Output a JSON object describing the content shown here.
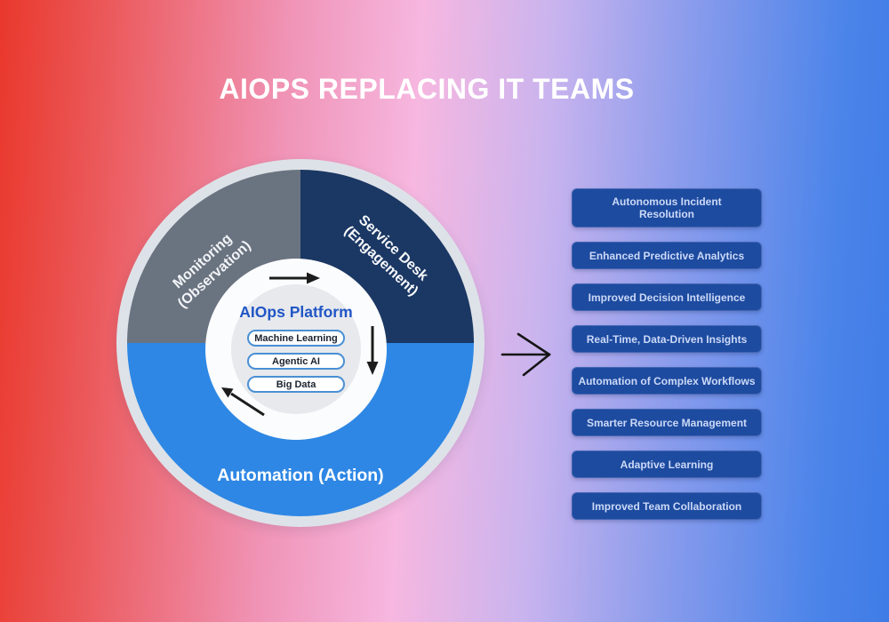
{
  "title": "AIOPS REPLACING IT TEAMS",
  "diagram": {
    "ring": {
      "monitoring": {
        "line1": "Monitoring",
        "line2": "(Observation)",
        "color": "#6a7380"
      },
      "service_desk": {
        "line1": "Service Desk",
        "line2": "(Engagement)",
        "color": "#1b3763"
      },
      "automation": {
        "label": "Automation (Action)",
        "color": "#2e87e4"
      }
    },
    "center": {
      "title": "AIOps Platform",
      "items": [
        {
          "label": "Machine Learning"
        },
        {
          "label": "Agentic AI"
        },
        {
          "label": "Big Data"
        }
      ]
    },
    "cycle_direction": "clockwise"
  },
  "benefits": [
    {
      "label": "Autonomous Incident\nResolution"
    },
    {
      "label": "Enhanced Predictive Analytics"
    },
    {
      "label": "Improved Decision Intelligence"
    },
    {
      "label": "Real-Time, Data-Driven Insights"
    },
    {
      "label": "Automation of Complex Workflows"
    },
    {
      "label": "Smarter Resource Management"
    },
    {
      "label": "Adaptive Learning"
    },
    {
      "label": "Improved Team Collaboration"
    }
  ],
  "colors": {
    "background_left": "#e9382c",
    "background_middle": "#f6b7e0",
    "background_right": "#3f7ce6",
    "outer_ring": "#dde2e8",
    "segment_monitoring": "#6a7380",
    "segment_service_desk": "#1b3763",
    "segment_automation": "#2e87e4",
    "center_circle": "#e7e9ed",
    "platform_title_text": "#2156c5",
    "pill_border": "#4a8fd4",
    "benefit_box": "#1d4ba0",
    "benefit_text": "#ccd9f7",
    "arrow": "#1c1c1c"
  }
}
